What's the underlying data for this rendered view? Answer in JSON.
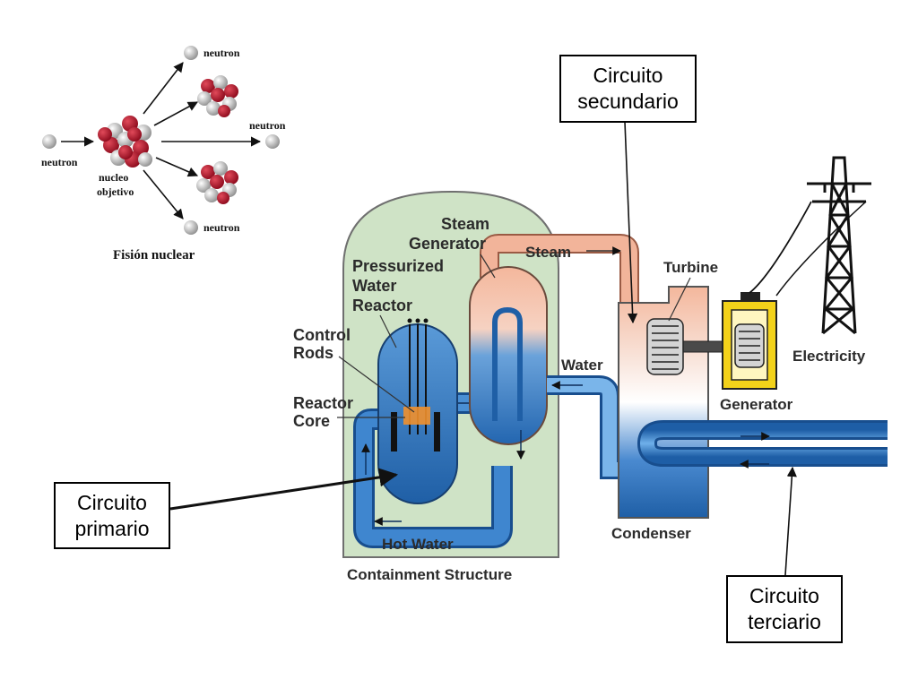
{
  "fission": {
    "neutron_top": "neutron",
    "neutron_right": "neutron",
    "neutron_left": "neutron",
    "neutron_bottom": "neutron",
    "target_line1": "nucleo",
    "target_line2": "objetivo",
    "caption": "Fisión nuclear"
  },
  "plant": {
    "steam_generator_line1": "Steam",
    "steam_generator_line2": "Generator",
    "steam": "Steam",
    "reactor_line1": "Pressurized",
    "reactor_line2": "Water",
    "reactor_line3": "Reactor",
    "control_rods_line1": "Control",
    "control_rods_line2": "Rods",
    "reactor_core_line1": "Reactor",
    "reactor_core_line2": "Core",
    "turbine": "Turbine",
    "water": "Water",
    "electricity": "Electricity",
    "generator": "Generator",
    "hot_water": "Hot Water",
    "condenser": "Condenser",
    "containment": "Containment Structure"
  },
  "callouts": {
    "secondary_line1": "Circuito",
    "secondary_line2": "secundario",
    "primary_line1": "Circuito",
    "primary_line2": "primario",
    "tertiary_line1": "Circuito",
    "tertiary_line2": "terciario"
  },
  "colors": {
    "containment": "#cfe3c6",
    "water_blue": "#2f74bd",
    "steam_pink": "#f2b49a",
    "generator_yellow": "#f3d21a"
  }
}
